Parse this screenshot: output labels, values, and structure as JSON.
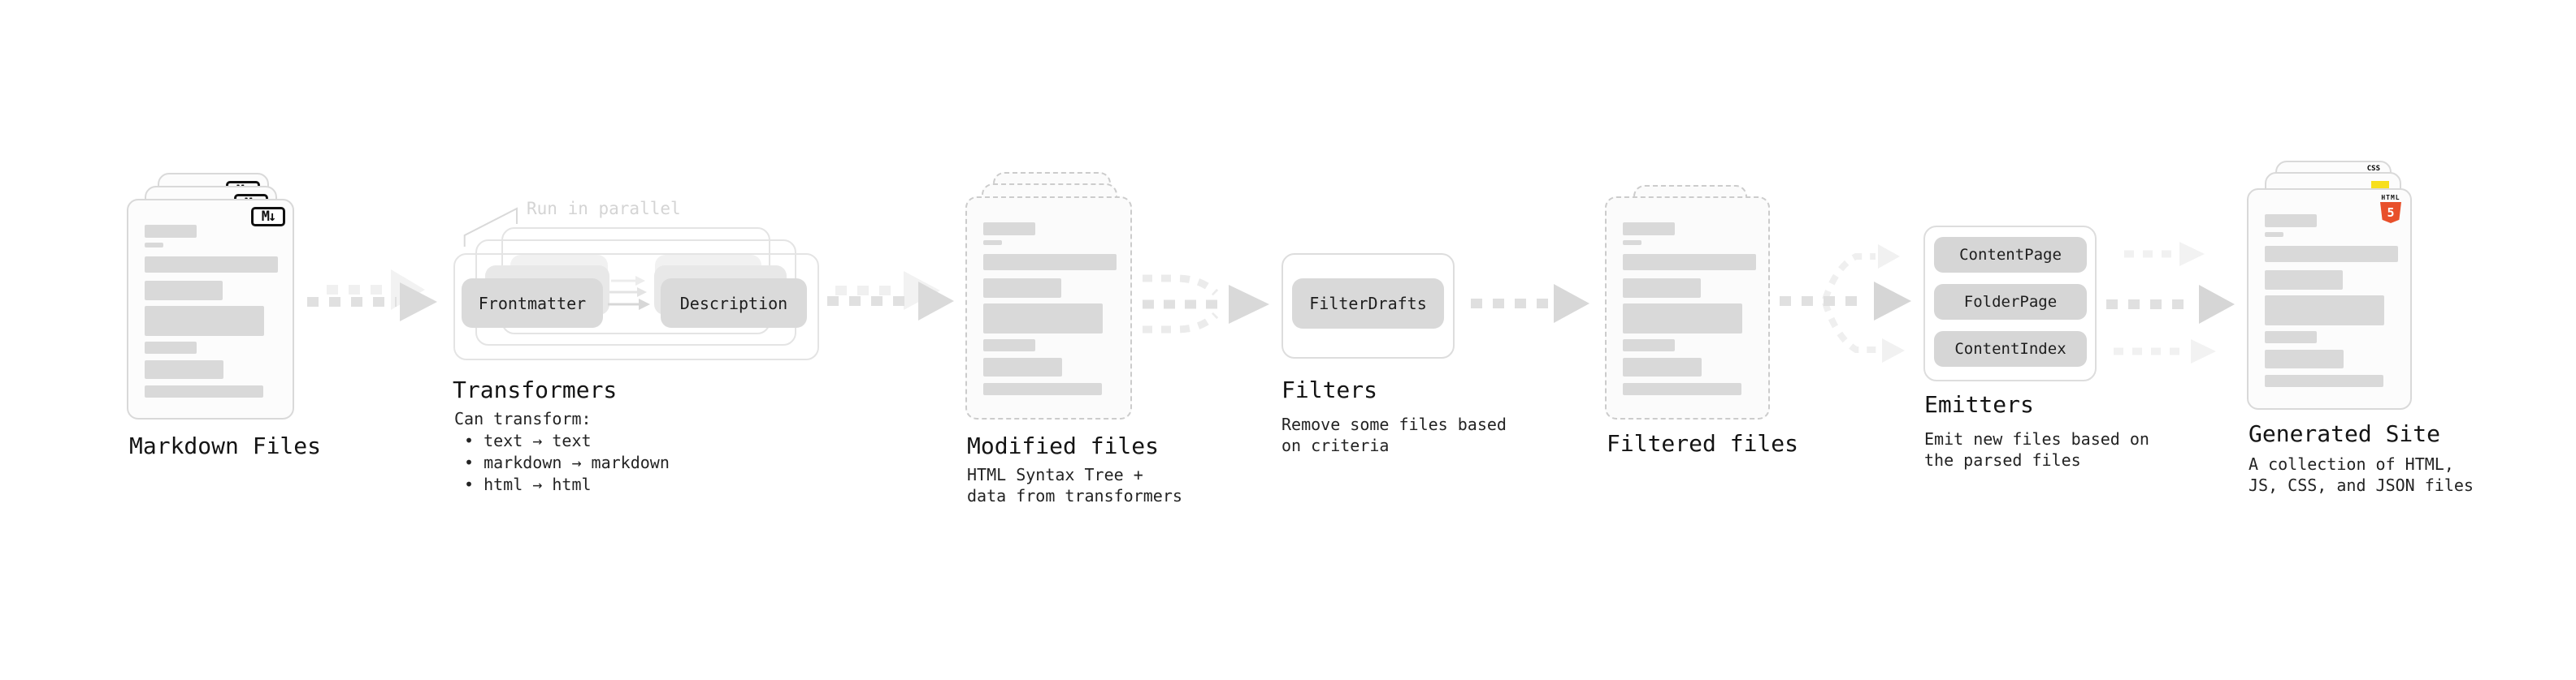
{
  "stages": {
    "markdown_files": {
      "title": "Markdown Files",
      "file_badge": "M↓"
    },
    "transformers": {
      "title": "Transformers",
      "annotation": "Run in parallel",
      "pill_left": "Frontmatter",
      "pill_right": "Description",
      "note_heading": "Can transform:",
      "bullets": [
        "• text → text",
        "• markdown → markdown",
        "• html → html"
      ]
    },
    "modified_files": {
      "title": "Modified files",
      "subtitle": [
        "HTML Syntax Tree +",
        "data from transformers"
      ]
    },
    "filters": {
      "title": "Filters",
      "pill": "FilterDrafts",
      "subtitle": [
        "Remove some files based",
        "on criteria"
      ]
    },
    "filtered_files": {
      "title": "Filtered files"
    },
    "emitters": {
      "title": "Emitters",
      "pills": [
        "ContentPage",
        "FolderPage",
        "ContentIndex"
      ],
      "subtitle": [
        "Emit new files based on",
        "the parsed files"
      ]
    },
    "generated_site": {
      "title": "Generated Site",
      "subtitle": [
        "A collection of HTML,",
        "JS, CSS, and JSON files"
      ],
      "badges": {
        "css": "CSS",
        "html": "HTML",
        "html_number": "5"
      }
    }
  },
  "colors": {
    "html5_orange": "#e8502b",
    "js_yellow": "#f7df1e",
    "css_blue": "#2d53e5"
  }
}
